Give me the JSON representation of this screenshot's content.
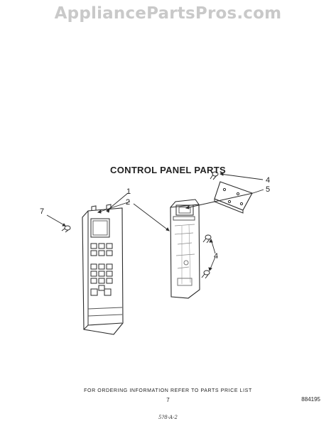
{
  "watermark": "AppliancePartsPros.com",
  "title": "CONTROL PANEL PARTS",
  "callouts": {
    "c1": "1",
    "c2": "2",
    "c4a": "4",
    "c5": "5",
    "c4b": "4",
    "c7": "7"
  },
  "footer": {
    "ordering_note": "FOR ORDERING INFORMATION REFER TO PARTS PRICE LIST",
    "page_number": "7",
    "diagram_code": "884195",
    "hand_mark": "5?8-A-2"
  }
}
